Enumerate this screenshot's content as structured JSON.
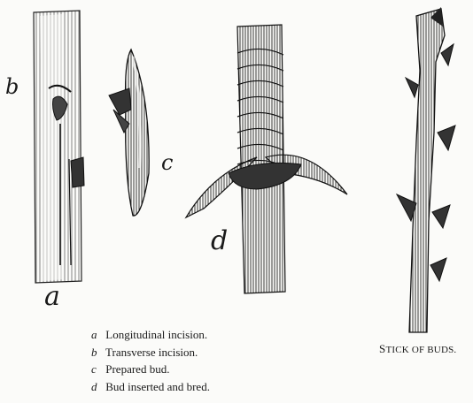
{
  "figure": {
    "letters": {
      "a": "a",
      "b": "b",
      "c": "c",
      "d": "d"
    }
  },
  "legend": {
    "items": [
      {
        "key": "a",
        "text": "Longitudinal incision."
      },
      {
        "key": "b",
        "text": "Transverse incision."
      },
      {
        "key": "c",
        "text": "Prepared bud."
      },
      {
        "key": "d",
        "text": "Bud inserted and bred."
      }
    ]
  },
  "caption": {
    "first_letter": "S",
    "rest": "TICK OF BUDS."
  },
  "colors": {
    "paper": "#fbfbf9",
    "ink": "#1a1a1a"
  }
}
